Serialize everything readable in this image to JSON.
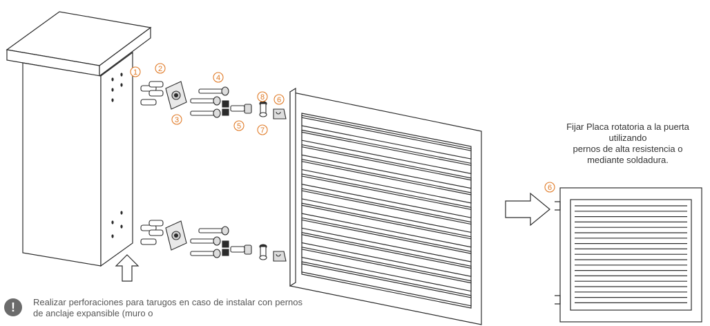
{
  "callouts": {
    "n1": "1",
    "n2": "2",
    "n3": "3",
    "n4": "4",
    "n5": "5",
    "n6": "6",
    "n7": "7",
    "n8": "8",
    "n6b": "6"
  },
  "caption": {
    "line1": "Fijar Placa rotatoria a la puerta",
    "line2": "utilizando",
    "line3": "pernos de alta resistencia o",
    "line4": "mediante soldadura."
  },
  "note": {
    "icon": "!",
    "text": "Realizar perforaciones para tarugos en caso de instalar con pernos de anclaje expansible (muro o"
  },
  "colors": {
    "accent": "#e07a26",
    "line": "#2b2b2b",
    "note_icon": "#6b6b6b"
  }
}
